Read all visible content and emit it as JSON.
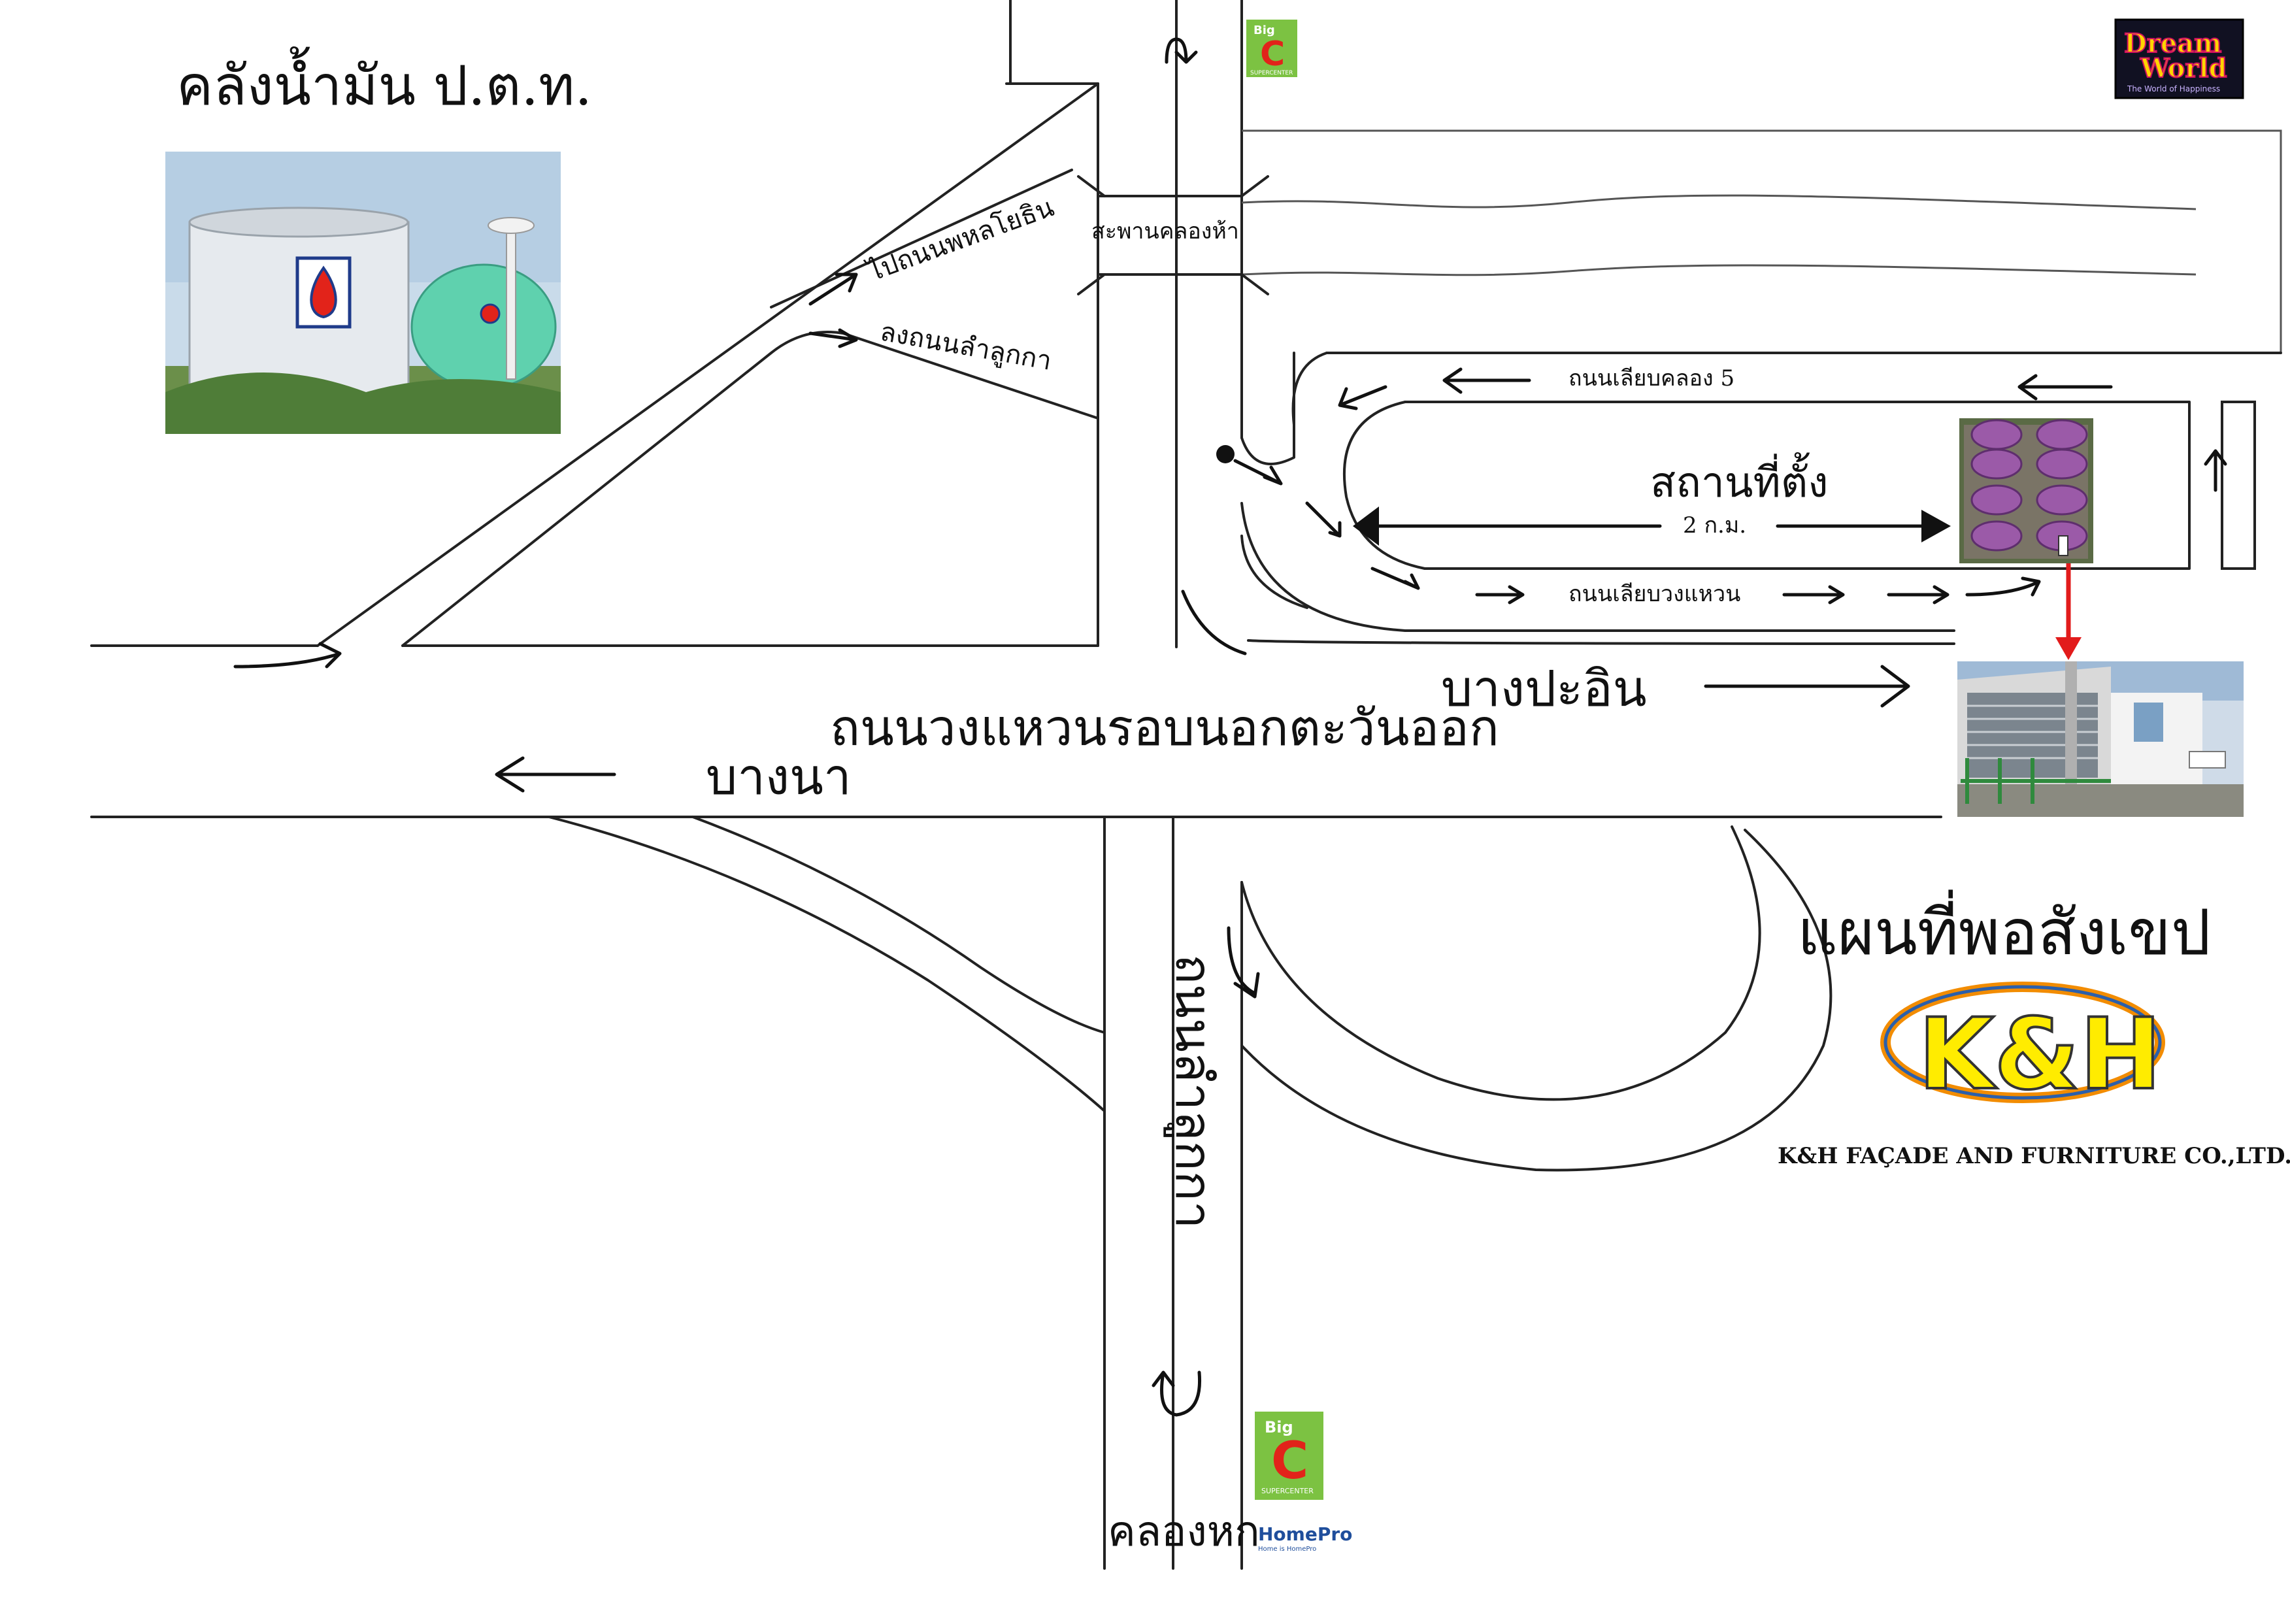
{
  "labels": {
    "ptt_depot": "คลังน้ำมัน ป.ต.ท.",
    "to_phahonyothin": "ไปถนนพหลโยธิน",
    "to_lam_luk_ka": "ลงถนนลำลูกกา",
    "khlong_ha_bridge": "สะพานคลองห้า",
    "khlong5_frontage": "ถนนเลียบคลอง 5",
    "location": "สถานที่ตั้ง",
    "distance": "2 ก.ม.",
    "ring_frontage": "ถนนเลียบวงแหวน",
    "bang_pa_in": "บางปะอิน",
    "eastern_ring_road": "ถนนวงแหวนรอบนอกตะวันออก",
    "bang_na": "บางนา",
    "lam_luk_ka_road": "ถนนลำลูกกา",
    "khlong_hok": "คลองหก",
    "sketch_map": "แผนที่พอสังเขป"
  },
  "logos": {
    "dream_world": {
      "line1": "Dream",
      "line2": "World",
      "tagline": "The World of Happiness"
    },
    "big_c": {
      "word": "Big",
      "letter": "C",
      "sub": "SUPERCENTER"
    },
    "homepro": {
      "word": "HomePro",
      "tagline": "Home is HomePro"
    },
    "kh": {
      "mark": "K&H",
      "company": "K&H FAÇADE AND FURNITURE CO.,LTD."
    }
  },
  "colors": {
    "bigc_green": "#7cc242",
    "bigc_red": "#e2231a",
    "kh_yellow": "#ffec00",
    "kh_orange": "#f28c00",
    "kh_blue": "#2b5fab",
    "dream_bg": "#111122",
    "homepro_blue": "#1f4e9c",
    "route_red": "#e21b1b",
    "tank_purple": "#9b5aa8"
  }
}
